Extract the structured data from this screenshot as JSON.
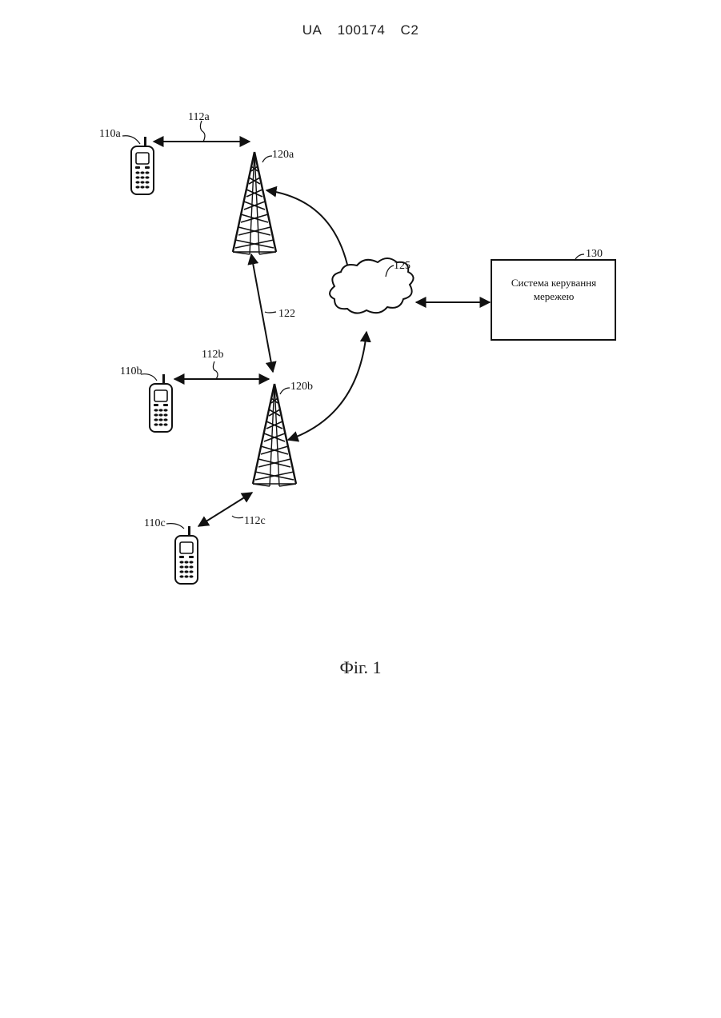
{
  "header": {
    "country": "UA",
    "number": "100174",
    "kind": "C2"
  },
  "labels": {
    "phone_a": "110a",
    "phone_b": "110b",
    "phone_c": "110c",
    "link_a": "112a",
    "link_b": "112b",
    "link_c": "112c",
    "tower_a": "120a",
    "tower_b": "120b",
    "backhaul": "122",
    "network": "125",
    "system": "130"
  },
  "system_box": {
    "line1": "Система керування",
    "line2": "мережею"
  },
  "caption": "Фіг. 1"
}
